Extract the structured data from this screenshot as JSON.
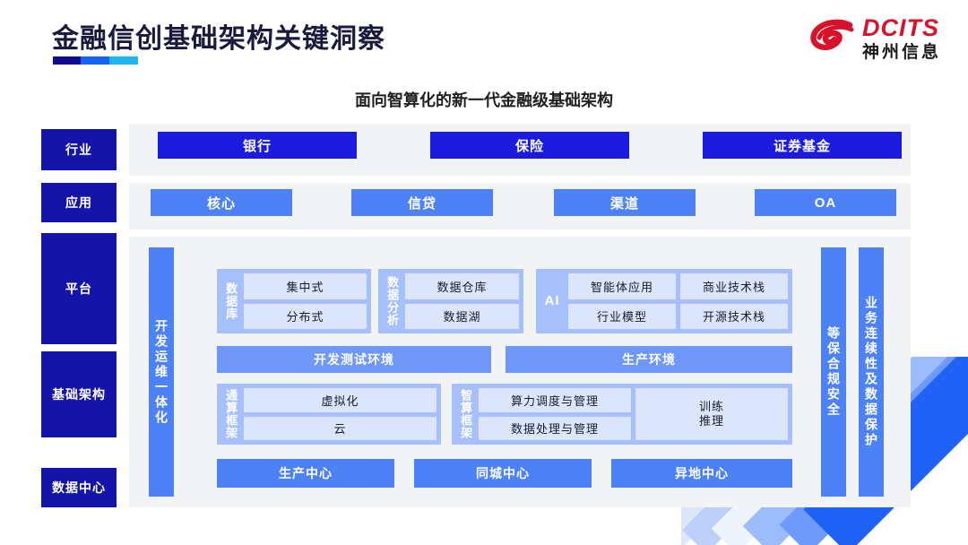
{
  "header": {
    "title": "金融信创基础架构关键洞察",
    "logo": {
      "en": "DCITS",
      "cn": "神州信息",
      "mark": "dcits-swirl-logo"
    },
    "accent_colors": [
      "#100a8c",
      "#1665f0",
      "#1fb6ea"
    ]
  },
  "subtitle": "面向智算化的新一代金融级基础架构",
  "diagram": {
    "sidebar": [
      {
        "label": "行业"
      },
      {
        "label": "应用"
      },
      {
        "label": "平台"
      },
      {
        "label": "基础架构"
      },
      {
        "label": "数据中心"
      }
    ],
    "industry_row": [
      "银行",
      "保险",
      "证券基金"
    ],
    "application_row": [
      "核心",
      "信贷",
      "渠道",
      "OA"
    ],
    "left_strip": "开发运维一体化",
    "right_strips": [
      "等保合规安全",
      "业务连续性及数据保护"
    ],
    "groups": [
      {
        "label": "数据库",
        "items": [
          "集中式",
          "分布式"
        ]
      },
      {
        "label": "数据分析",
        "items": [
          "数据仓库",
          "数据湖"
        ]
      },
      {
        "label": "AI",
        "col1": [
          "智能体应用",
          "行业模型"
        ],
        "col2": [
          "商业技术栈",
          "开源技术栈"
        ]
      }
    ],
    "environments": [
      "开发测试环境",
      "生产环境"
    ],
    "compute_frameworks": [
      {
        "label": "通算框架",
        "items": [
          "虚拟化",
          "云"
        ]
      },
      {
        "label": "智算框架",
        "items": [
          "算力调度与管理",
          "数据处理与管理"
        ],
        "side": "训练\n推理"
      }
    ],
    "data_centers": [
      "生产中心",
      "同城中心",
      "异地中心"
    ],
    "colors": {
      "sidebar": "#1414a8",
      "industry_chip": "#1b1be0",
      "app_chip": "#4d82f7",
      "group_bg": "#a7c0fb",
      "cell_bg": "#dbe6fd",
      "env_bar": "#6e97f9",
      "panel_bg": "#f2f3f5"
    }
  }
}
